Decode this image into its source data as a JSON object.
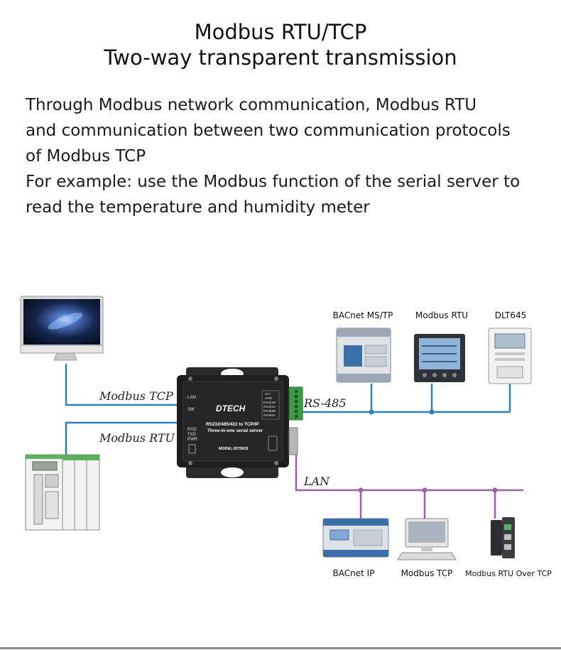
{
  "heading": {
    "line1": "Modbus RTU/TCP",
    "line2": "Two-way transparent transmission"
  },
  "description": {
    "line1": "Through Modbus network communication, Modbus RTU",
    "line2": "and communication between two communication protocols",
    "line3": "of Modbus TCP",
    "line4": "For example: use the Modbus function of the serial server to",
    "line5": "read the temperature and humidity meter"
  },
  "links": {
    "modbus_tcp": "Modbus TCP",
    "modbus_rtu": "Modbus RTU",
    "rs485": "RS-485",
    "lan": "LAN"
  },
  "top_devices": [
    "BACnet MS/TP",
    "Modbus RTU",
    "DLT645"
  ],
  "bottom_devices": [
    "BACnet IP",
    "Modbus TCP",
    "Modbus RTU Over TCP"
  ],
  "server": {
    "brand": "DTECH",
    "line1": "RS232/485/422 to TCP/IP",
    "line2": "Three-in-one serial server",
    "model": "MODEL:IDT9031",
    "led_lan": "LAN",
    "led_sw": "SW",
    "led_rxd": "RXD",
    "led_txd": "TXD",
    "led_pwr": "PWR",
    "terminals": [
      "DC+",
      "GND",
      "RS422B",
      "RS422A",
      "RS485B",
      "RS485A"
    ]
  },
  "colors": {
    "rs485_line": "#2e7fc0",
    "modbus_line": "#2e7fc0",
    "lan_line": "#9b5ea8",
    "server_body": "#1e1e1e"
  }
}
